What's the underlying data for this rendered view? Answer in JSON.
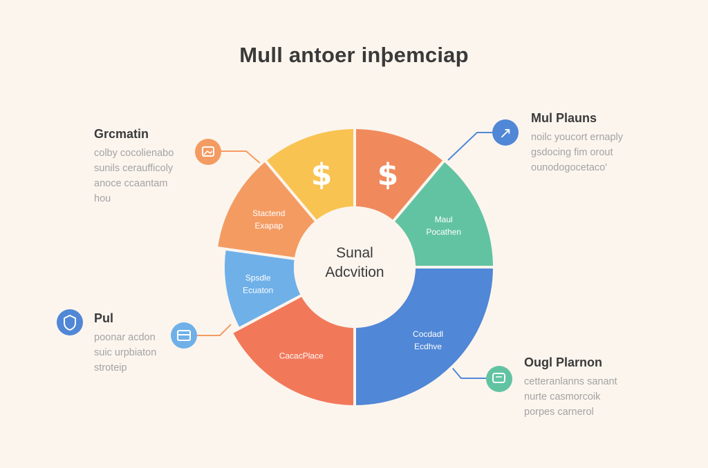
{
  "title": "Mull antoer inþemciap",
  "center": {
    "line1": "Sunal",
    "line2": "Adcvition"
  },
  "colors": {
    "yellow": "#f9c352",
    "coral": "#f08a5d",
    "teal": "#62c3a3",
    "blue": "#5087d6",
    "orange": "#f49b62",
    "lightblue": "#6fb0e8",
    "red": "#f2785a",
    "connector_left": "#f49b62",
    "connector_right": "#5087d6",
    "connector_teal": "#62c3a3"
  },
  "segments": [
    {
      "id": "yellow",
      "label_lines": [],
      "icon": "dollar-icon",
      "glyph": "$"
    },
    {
      "id": "coral",
      "label_lines": [],
      "icon": "dollar-icon",
      "glyph": "$"
    },
    {
      "id": "teal",
      "label_lines": [
        "Maul",
        "Pocathen"
      ]
    },
    {
      "id": "blue",
      "label_lines": [
        "Cocdadl",
        "Ecdhve"
      ]
    },
    {
      "id": "red",
      "label_lines": [
        "CacacPlace"
      ]
    },
    {
      "id": "lightblue",
      "label_lines": [
        "Spsdle",
        "Ecuaton"
      ]
    },
    {
      "id": "orange",
      "label_lines": [
        "Stactend",
        "Exapap"
      ]
    }
  ],
  "callouts": {
    "top_left": {
      "heading": "Grcmatin",
      "lines": [
        "colby cocolienabo",
        "sunils ceraufficoly",
        "anoce ccaantam",
        "hou"
      ],
      "icon": "image-icon"
    },
    "top_right": {
      "heading": "Mul Plauns",
      "lines": [
        "noilc youcort ernaply",
        "gsdocing fim orout",
        "ounodogocetaco'"
      ],
      "icon": "arrow-icon",
      "glyph": "↗"
    },
    "bottom_left": {
      "heading": "Pul",
      "lines": [
        "poonar acdon",
        "suic urpbiaton",
        "stroteip"
      ],
      "icon": "shield-icon"
    },
    "bottom_right": {
      "heading": "Ougl Plarnon",
      "lines": [
        "cetteranlanns sanant",
        "nurte casmorcoik",
        "porpes carnerol"
      ],
      "icon": "chat-icon"
    }
  }
}
